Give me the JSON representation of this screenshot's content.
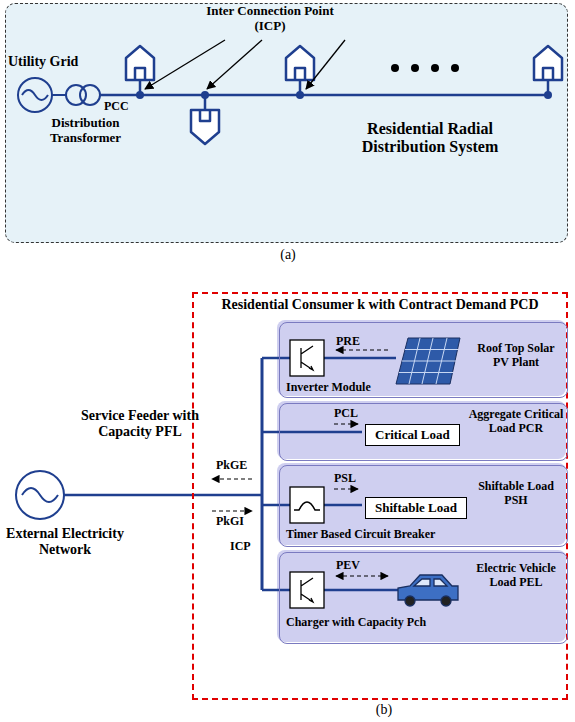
{
  "diagram": {
    "nodes": [
      {
        "text": [
          "Residential Radial Distribution System"
        ]
      },
      {
        "text": [
          "Residential Consumer k with Contract Demand PCD"
        ]
      },
      {
        "text": [
          "PRE",
          "Inverter Module",
          "Roof Top Solar PV Plant"
        ],
        "in": 1
      },
      {
        "text": [
          "PCL",
          "Aggregate Critical Load PCR"
        ],
        "in": 1
      },
      {
        "text": [
          "Critical Load"
        ],
        "in": 3
      },
      {
        "text": [
          "PSL",
          "Shiftable Load PSH",
          "Timer Based Circuit Breaker"
        ],
        "in": 1
      },
      {
        "text": [
          "Shiftable Load"
        ],
        "in": 5
      },
      {
        "text": [
          "PEV",
          "Electric Vehicle Load PEL",
          "Charger with Capacity Pch"
        ],
        "in": 1
      }
    ],
    "labels": [
      "Utility Grid",
      "Distribution Transformer",
      "PCC",
      "Inter Connection Point (ICP)",
      "(a)",
      "Service Feeder with Capacity PFL",
      "PkGE",
      "PkGI",
      "ICP",
      "External Electricity Network",
      "(b)"
    ]
  }
}
